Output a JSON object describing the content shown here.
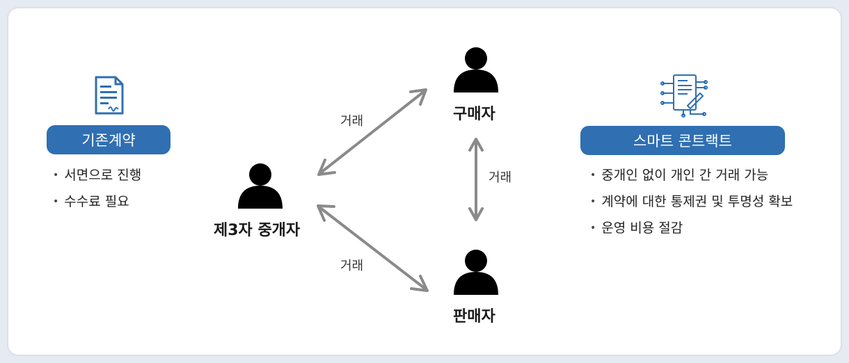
{
  "traditional": {
    "title": "기존계약",
    "bullets": [
      "서면으로 진행",
      "수수료 필요"
    ],
    "icon": "document-icon"
  },
  "smart": {
    "title": "스마트 콘트랙트",
    "bullets": [
      "중개인 없이 개인 간 거래 가능",
      "계약에 대한 통제권 및 투명성 확보",
      "운영 비용 절감"
    ],
    "icon": "smart-contract-icon"
  },
  "nodes": {
    "buyer": "구매자",
    "broker": "제3자 중개자",
    "seller": "판매자"
  },
  "edges": {
    "broker_buyer": "거래",
    "buyer_seller": "거래",
    "broker_seller": "거래"
  },
  "colors": {
    "accent": "#2f6fb2",
    "arrow": "#8a8a8a",
    "person": "#000000"
  }
}
